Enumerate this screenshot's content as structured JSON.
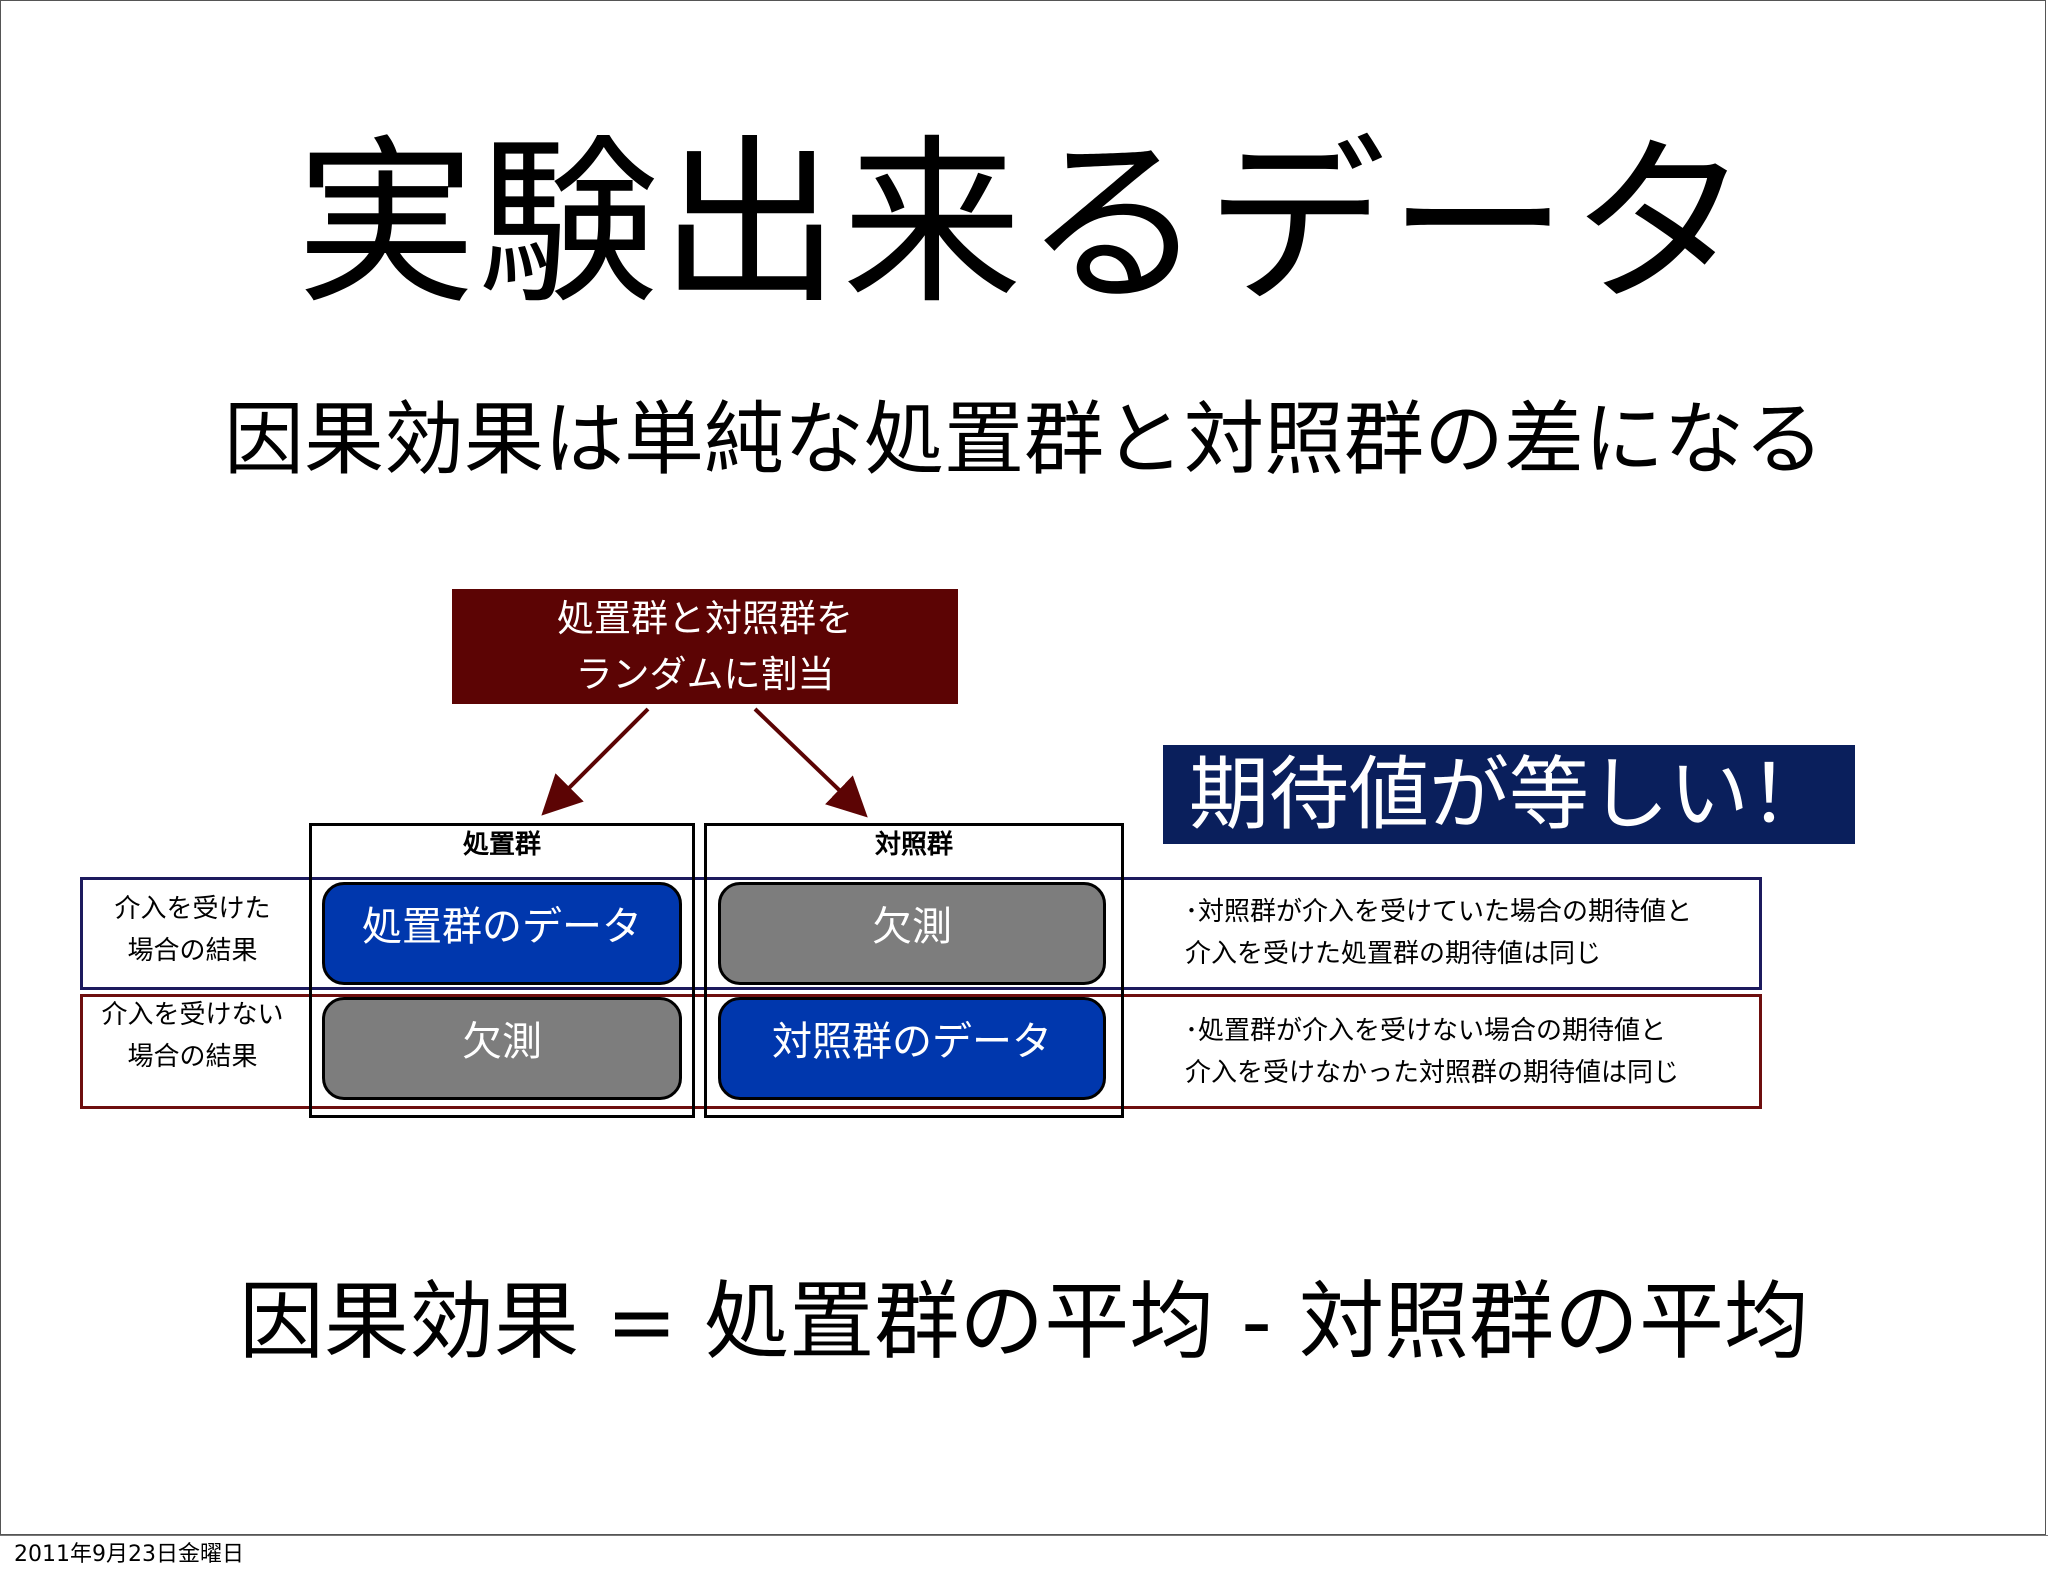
{
  "slide": {
    "title": "実験出来るデータ",
    "subtitle": "因果効果は単純な処置群と対照群の差になる",
    "assignment": {
      "line1": "処置群と対照群を",
      "line2": "ランダムに割当"
    },
    "callout": "期待値が等しい！",
    "columns": {
      "treatment": "処置群",
      "control": "対照群"
    },
    "rows": {
      "treated": {
        "label_line1": "介入を受けた",
        "label_line2": "場合の結果",
        "treatment_cell": "処置群のデータ",
        "control_cell": "欠測",
        "note_line1": "･対照群が介入を受けていた場合の期待値と",
        "note_line2": "介入を受けた処置群の期待値は同じ"
      },
      "untreated": {
        "label_line1": "介入を受けない",
        "label_line2": "場合の結果",
        "treatment_cell": "欠測",
        "control_cell": "対照群のデータ",
        "note_line1": "･処置群が介入を受けない場合の期待値と",
        "note_line2": "介入を受けなかった対照群の期待値は同じ"
      }
    },
    "formula": "因果効果 = 処置群の平均 - 対照群の平均",
    "footer_date": "2011年9月23日金曜日"
  },
  "colors": {
    "assignment_box": "#5c0404",
    "callout_box": "#0a1f5c",
    "data_cell": "#0037ad",
    "missing_cell": "#7d7d7d",
    "treated_row_border": "#1c1a5e",
    "untreated_row_border": "#6e0e0e",
    "arrow": "#5c0404"
  }
}
